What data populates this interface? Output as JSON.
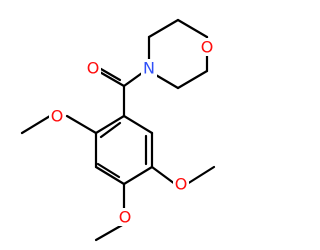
{
  "molecule": {
    "colors": {
      "background": "#ffffff",
      "bond": "#000000",
      "oxygen": "#ff0d0d",
      "nitrogen": "#3050f8"
    },
    "atoms": [
      {
        "id": "O_morph",
        "symbol": "O",
        "element": "oxygen"
      },
      {
        "id": "N_morph",
        "symbol": "N",
        "element": "nitrogen"
      },
      {
        "id": "O_carbonyl",
        "symbol": "O",
        "element": "oxygen"
      },
      {
        "id": "O_methoxy2",
        "symbol": "O",
        "element": "oxygen"
      },
      {
        "id": "O_methoxy5",
        "symbol": "O",
        "element": "oxygen"
      },
      {
        "id": "O_methoxy4",
        "symbol": "O",
        "element": "oxygen"
      }
    ]
  }
}
